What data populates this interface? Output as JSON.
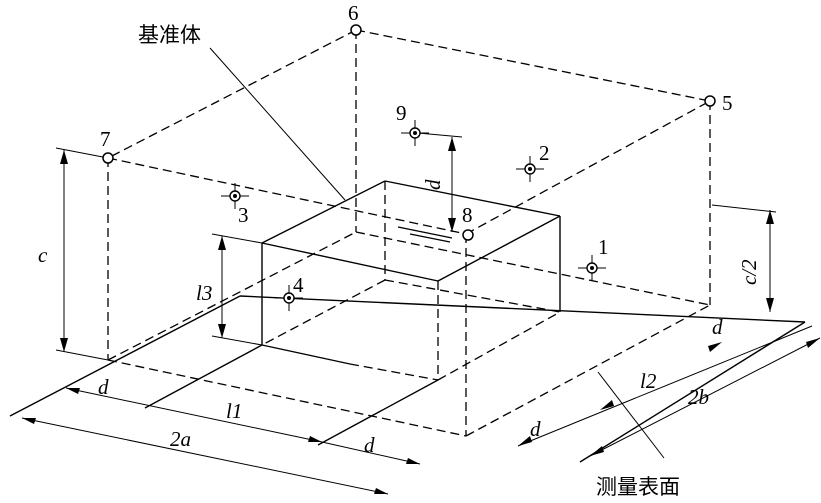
{
  "labels": {
    "reference_body": "基准体",
    "measuring_surface": "测量表面"
  },
  "points": [
    "1",
    "2",
    "3",
    "4",
    "5",
    "6",
    "7",
    "8",
    "9"
  ],
  "dimensions": {
    "c": "c",
    "c_half": "c/2",
    "l3": "l3",
    "l1": "l1",
    "l2": "l2",
    "two_a": "2a",
    "two_b": "2b",
    "d": "d"
  }
}
